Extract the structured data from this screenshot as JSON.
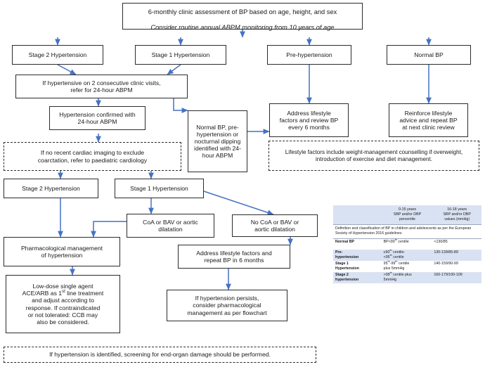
{
  "chart_data": {
    "type": "diagram",
    "title": "6-monthly clinic assessment of BP based on age, height, and sex",
    "subtitle": "Consider routine annual ABPM monitoring from 10 years of age"
  },
  "flowchart": {
    "nodes": {
      "top": {
        "line1": "6-monthly clinic assessment of BP based on age, height, and sex",
        "line2": "Consider routine annual ABPM monitoring from 10 years of age"
      },
      "stage2_top": "Stage 2 Hypertension",
      "stage1_top": "Stage 1 Hypertension",
      "prehtn_top": "Pre-hypertension",
      "normal_top": "Normal BP",
      "two_visits": "If hypertensive on 2 consecutive clinic visits,\nrefer for 24-hour ABPM",
      "confirmed": "Hypertension confirmed with\n24-hour ABPM",
      "normal_pre_nocturnal": "Normal BP, pre-hypertension or nocturnal dipping identified with 24-hour ABPM",
      "address_lifestyle_6m": "Address lifestyle\nfactors and review BP\nevery 6 months",
      "reinforce_lifestyle": "Reinforce lifestyle\nadvice and repeat BP\nat next clinic review",
      "lifestyle_note": "Lifestyle factors include weight-management counselling if overweight, introduction of exercise and diet management.",
      "cardiac_imaging": "If no recent cardiac imaging to exclude\ncoarctation, refer to paediatric cardiology",
      "stage2_mid": "Stage 2 Hypertension",
      "stage1_mid": "Stage 1 Hypertension",
      "coa_yes": "CoA or BAV or aortic\ndilatation",
      "coa_no": "No CoA or BAV or\naortic dilatation",
      "pharm_mgmt": "Pharmacological management\nof hypertension",
      "address_repeat_6m": "Address lifestyle factors and\nrepeat BP in 6 months",
      "low_dose_pre": "Low-dose single agent\nACE/ARB as 1",
      "low_dose_sup": "st",
      "low_dose_post": " line treatment\nand adjust according to\nresponse. If contraindicated\nor not tolerated: CCB may\nalso be considered.",
      "persists": "If hypertension persists,\nconsider pharmacological\nmanagement as per flowchart",
      "end_organ": "If hypertension is identified, screening for end-organ damage should be performed."
    }
  },
  "table": {
    "caption": "Definition and classification of BP in children and adolescents as per the European Society of Hypertension 2016 guidelines",
    "headers": {
      "blank": "",
      "col1": "0-15 years\nSBP and/or DBP\npercentile",
      "col2": "16-18 years\nSBP and/or DBP\nvalues (mmHg)"
    },
    "rows": [
      {
        "label": "Normal BP",
        "c1_pre": "BP<90",
        "c1_sup": "th",
        "c1_post": " centile",
        "c2": "<130/85",
        "band": false
      },
      {
        "label": "Pre-\nhypertension",
        "c1_pre": "≥90",
        "c1_sup": "th",
        "c1_post": " centile-\n<95",
        "c1_sup2": "th",
        "c1_post2": " centile",
        "c2": "130-139/85-89",
        "band": true
      },
      {
        "label": "Stage 1\nHypertension",
        "c1_pre": "95",
        "c1_sup": "th",
        "c1_post": "-99",
        "c1_sup2": "th",
        "c1_post2": " centile\nplus 5mmHg",
        "c2": "140-159/90-99",
        "band": false
      },
      {
        "label": "Stage 2\nhypertension",
        "c1_pre": ">99",
        "c1_sup": "th",
        "c1_post": " centile plus\n5mmHg",
        "c2": "160-179/100-109",
        "band": true
      }
    ]
  },
  "colors": {
    "arrow": "#4472c4",
    "box_border": "#2b2b2b",
    "table_band": "#d9e2f2",
    "table_rule": "#9aa7bd"
  }
}
